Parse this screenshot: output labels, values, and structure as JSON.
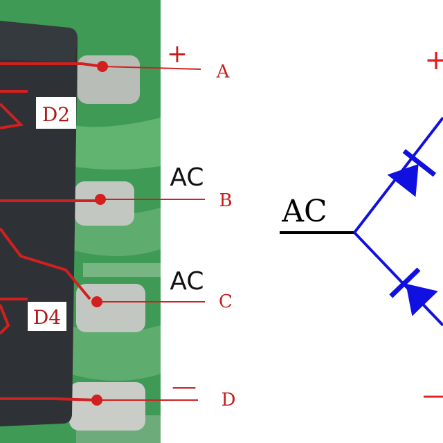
{
  "photo": {
    "board_color": "#3f9a55",
    "chip_color": "#2e3236",
    "chip_labels": [
      "D2",
      "D4"
    ],
    "pins": [
      {
        "id": "A",
        "letter": "A",
        "sign": "+",
        "text": ""
      },
      {
        "id": "B",
        "letter": "B",
        "sign": "",
        "text": "AC"
      },
      {
        "id": "C",
        "letter": "C",
        "sign": "",
        "text": "AC"
      },
      {
        "id": "D",
        "letter": "D",
        "sign": "—",
        "text": ""
      }
    ],
    "annotation_color": "#d21f1f"
  },
  "schematic": {
    "ac_label": "AC",
    "plus_label": "+",
    "minus_label": "—",
    "diode_color": "#1010e0",
    "wire_color": "#000000",
    "polarity_color": "#e02020"
  }
}
